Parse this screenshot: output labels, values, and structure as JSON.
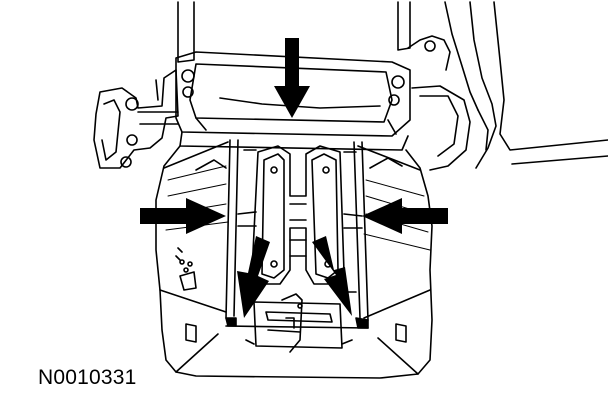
{
  "figure": {
    "id_label": "N0010331",
    "line_color": "#000000",
    "background": "#ffffff"
  },
  "callouts": {
    "count": 5,
    "directions": [
      "down",
      "right",
      "left",
      "down-right",
      "down-left"
    ]
  }
}
